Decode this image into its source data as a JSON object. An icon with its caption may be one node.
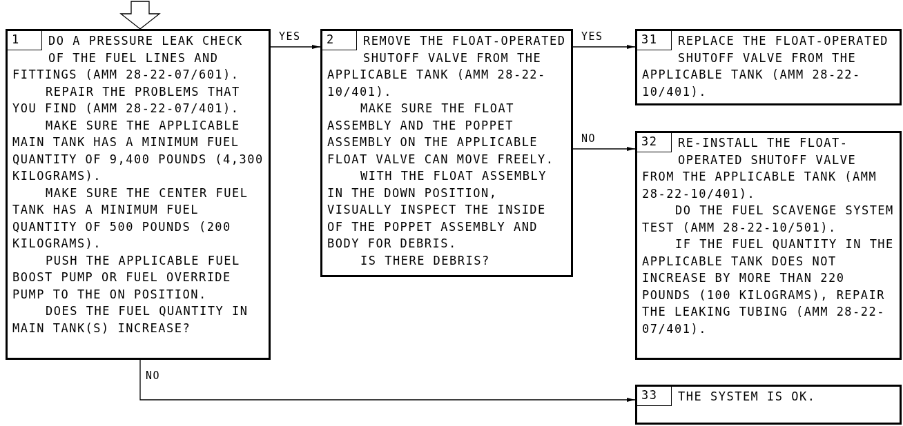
{
  "diagram": {
    "nodes": [
      {
        "text": [
          "1",
          "DO A PRESSURE LEAK CHECK OF THE FUEL LINES AND FITTINGS (AMM 28-22-07/601).",
          "REPAIR THE PROBLEMS THAT YOU FIND (AMM 28-22-07/401).",
          "MAKE SURE THE APPLICABLE MAIN TANK HAS A MINIMUM FUEL QUANTITY OF 9,400 POUNDS (4,300 KILOGRAMS).",
          "MAKE SURE THE CENTER FUEL TANK HAS A MINIMUM FUEL QUANTITY OF 500 POUNDS (200 KILOGRAMS).",
          "PUSH THE APPLICABLE FUEL BOOST PUMP OR FUEL OVERRIDE PUMP TO THE ON POSITION.",
          "DOES THE FUEL QUANTITY IN MAIN TANK(S) INCREASE?"
        ]
      },
      {
        "text": [
          "2",
          "REMOVE THE FLOAT-OPERATED SHUTOFF VALVE FROM THE APPLICABLE TANK (AMM 28-22-10/401).",
          "MAKE SURE THE FLOAT ASSEMBLY AND THE POPPET ASSEMBLY ON THE APPLICABLE FLOAT VALVE CAN MOVE FREELY.",
          "WITH THE FLOAT ASSEMBLY IN THE DOWN POSITION, VISUALLY INSPECT THE INSIDE OF THE POPPET ASSEMBLY AND BODY FOR DEBRIS.",
          "IS THERE DEBRIS?"
        ]
      },
      {
        "text": [
          "31",
          "REPLACE THE FLOAT-OPERATED SHUTOFF VALVE FROM THE APPLICABLE TANK (AMM 28-22-10/401)."
        ]
      },
      {
        "text": [
          "32",
          "RE-INSTALL THE FLOAT-OPERATED SHUTOFF VALVE FROM THE APPLICABLE TANK (AMM 28-22-10/401).",
          "DO THE FUEL SCAVENGE SYSTEM TEST (AMM 28-22-10/501).",
          "IF THE FUEL QUANTITY IN THE APPLICABLE TANK DOES NOT INCREASE BY MORE THAN 220 POUNDS (100 KILOGRAMS), REPAIR THE LEAKING TUBING (AMM 28-22-07/401)."
        ]
      },
      {
        "text": [
          "33",
          "THE SYSTEM IS OK."
        ]
      }
    ],
    "edges": [
      {
        "from": null,
        "to": 0,
        "arrow": "to"
      },
      {
        "from": 0,
        "to": 1,
        "arrow": "to",
        "label": "YES"
      },
      {
        "from": 1,
        "to": 2,
        "arrow": "to",
        "label": "YES"
      },
      {
        "from": 1,
        "to": 3,
        "arrow": "to",
        "label": "NO"
      },
      {
        "from": 0,
        "to": 4,
        "arrow": "to",
        "label": "NO"
      }
    ]
  }
}
